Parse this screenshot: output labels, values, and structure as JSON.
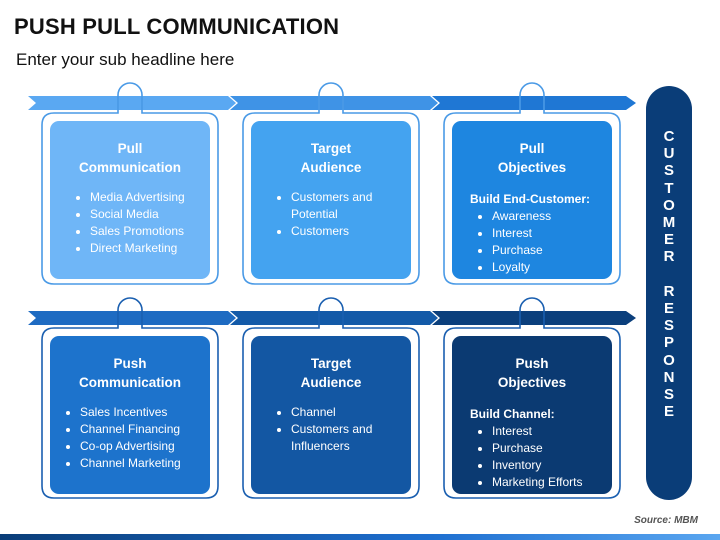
{
  "header": {
    "title": "PUSH PULL COMMUNICATION",
    "subtitle": "Enter your sub headline here"
  },
  "colors": {
    "row1_arrow_1": "#5aa8f2",
    "row1_arrow_2": "#3f93e6",
    "row1_arrow_3": "#1f77d4",
    "row2_arrow_1": "#1e6bc2",
    "row2_arrow_2": "#135aa8",
    "row2_arrow_3": "#0b3f7c",
    "card_1": "#6fb6f7",
    "card_2": "#44a3f0",
    "card_3": "#1e86e0",
    "card_4": "#1d73cc",
    "card_5": "#1357a3",
    "card_6": "#0b3a72",
    "side_bar": "#0a3d78"
  },
  "cards": [
    {
      "title_1": "Pull",
      "title_2": "Communication",
      "lead": "",
      "items": [
        "Media Advertising",
        "Social Media",
        "Sales Promotions",
        "Direct Marketing"
      ]
    },
    {
      "title_1": "Target",
      "title_2": "Audience",
      "lead": "",
      "items": [
        "Customers and Potential",
        "Customers"
      ]
    },
    {
      "title_1": "Pull",
      "title_2": "Objectives",
      "lead": "Build End-Customer:",
      "items": [
        "Awareness",
        "Interest",
        "Purchase",
        "Loyalty"
      ]
    },
    {
      "title_1": "Push",
      "title_2": "Communication",
      "lead": "",
      "items": [
        "Sales Incentives",
        "Channel Financing",
        "Co-op Advertising",
        "Channel Marketing"
      ]
    },
    {
      "title_1": "Target",
      "title_2": "Audience",
      "lead": "",
      "items": [
        "Channel",
        "Customers and Influencers"
      ]
    },
    {
      "title_1": "Push",
      "title_2": "Objectives",
      "lead": "Build Channel:",
      "items": [
        "Interest",
        "Purchase",
        "Inventory",
        "Marketing Efforts"
      ]
    }
  ],
  "side_bar": {
    "word_1": "CUSTOMER",
    "word_2": "RESPONSE"
  },
  "source": "Source: MBM"
}
